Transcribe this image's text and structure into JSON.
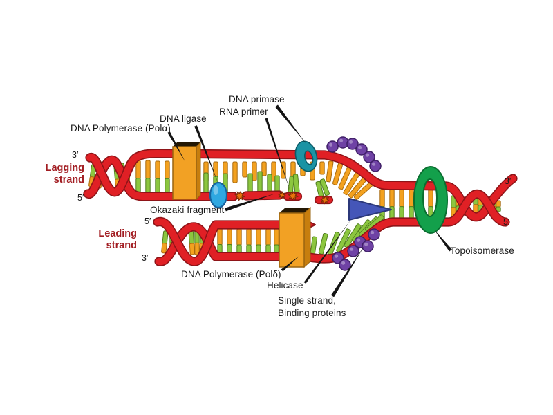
{
  "figure": {
    "title": "DNA replication fork diagram",
    "background": "#FFFFFF"
  },
  "labels": {
    "dna_polymerase_alpha": "DNA Polymerase (Polα)",
    "dna_ligase": "DNA ligase",
    "dna_primase": "DNA primase",
    "rna_primer": "RNA primer",
    "okazaki_fragment": "Okazaki fragment",
    "lagging_strand_line1": "Lagging",
    "lagging_strand_line2": "strand",
    "leading_strand_line1": "Leading",
    "leading_strand_line2": "strand",
    "dna_polymerase_delta": "DNA Polymerase (Polδ)",
    "helicase": "Helicase",
    "single_strand_line1": "Single strand,",
    "single_strand_line2": "Binding proteins",
    "topoisomerase": "Topoisomerase",
    "lagging_three_prime": "3′",
    "lagging_five_prime": "5′",
    "leading_five_prime": "5′",
    "leading_three_prime": "3′",
    "right_three_prime": "3′",
    "right_five_prime": "5′"
  },
  "colors": {
    "background": "#FFFFFF",
    "strand_red": "#E02025",
    "strand_dark": "#8E1418",
    "base_orange": "#F3A11F",
    "base_orange_dark": "#A96A0E",
    "base_green": "#8CC63F",
    "base_green_dark": "#4F7D1E",
    "polymerase_orange": "#F2A124",
    "polymerase_side": "#C77E0E",
    "polymerase_lid": "#241804",
    "polymerase_edge": "#9A6410",
    "ligase_blue": "#2FA8E1",
    "ligase_dark": "#17619C",
    "primase_teal": "#1B93A4",
    "primase_dark": "#0B5B68",
    "helicase_blue": "#4556B8",
    "helicase_dark": "#2B3779",
    "ssb_purple": "#6F42A5",
    "ssb_dark": "#3F1F66",
    "topoisomerase_green": "#13A04B",
    "topoisomerase_dark": "#0A6E30",
    "primer_cap": "#E8740C",
    "primer_cap_dark": "#7A2A06",
    "leader_black": "#141414",
    "label_color": "#1A1A1A",
    "strand_label_red": "#A21D22"
  }
}
